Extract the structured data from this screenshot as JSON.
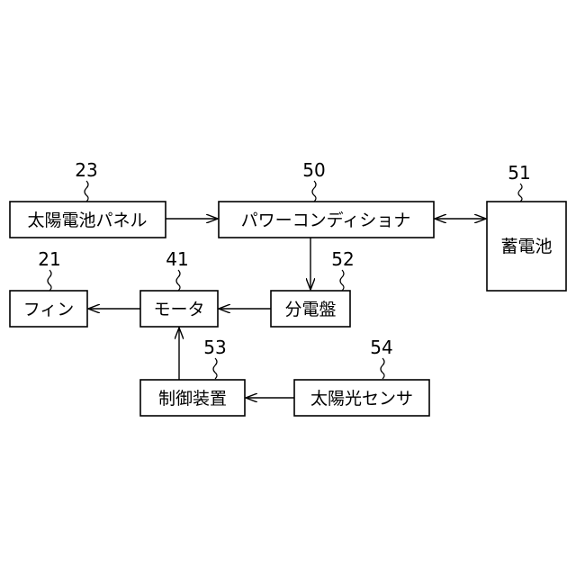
{
  "nodes": {
    "solar_panel": {
      "label": "太陽電池パネル",
      "ref": "23"
    },
    "power_conditioner": {
      "label": "パワーコンディショナ",
      "ref": "50"
    },
    "battery": {
      "label": "蓄電池",
      "ref": "51"
    },
    "fin": {
      "label": "フィン",
      "ref": "21"
    },
    "motor": {
      "label": "モータ",
      "ref": "41"
    },
    "distribution_board": {
      "label": "分電盤",
      "ref": "52"
    },
    "control_device": {
      "label": "制御装置",
      "ref": "53"
    },
    "sun_sensor": {
      "label": "太陽光センサ",
      "ref": "54"
    }
  },
  "edges": [
    {
      "from": "solar_panel",
      "to": "power_conditioner",
      "type": "directed"
    },
    {
      "from": "power_conditioner",
      "to": "battery",
      "type": "bidirectional"
    },
    {
      "from": "power_conditioner",
      "to": "distribution_board",
      "type": "directed"
    },
    {
      "from": "distribution_board",
      "to": "motor",
      "type": "directed"
    },
    {
      "from": "motor",
      "to": "fin",
      "type": "directed"
    },
    {
      "from": "sun_sensor",
      "to": "control_device",
      "type": "directed"
    },
    {
      "from": "control_device",
      "to": "motor",
      "type": "directed"
    }
  ]
}
